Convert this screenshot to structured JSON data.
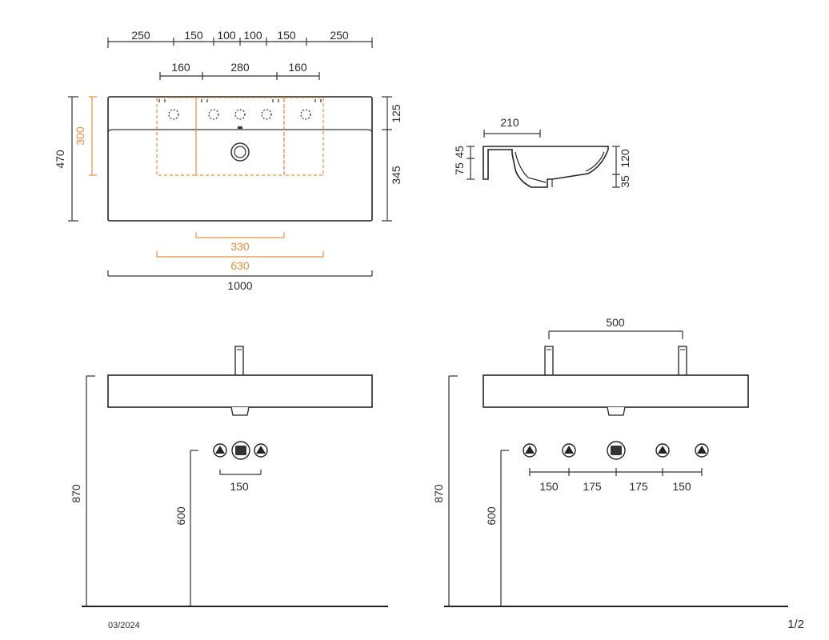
{
  "top_view": {
    "top_dims": [
      "250",
      "150",
      "100",
      "100",
      "150",
      "250"
    ],
    "second_dims": [
      "160",
      "280",
      "160"
    ],
    "left_total": "470",
    "left_orange": "300",
    "right_upper": "125",
    "right_lower": "345",
    "bottom_orange_1": "330",
    "bottom_orange_2": "630",
    "bottom_total": "1000"
  },
  "section_view": {
    "top": "210",
    "left_a": "75",
    "left_b": "45",
    "right_a": "35",
    "right_b": "120"
  },
  "front_left": {
    "height_total": "870",
    "height_outlet": "600",
    "spacing": "150"
  },
  "front_right": {
    "tap_spacing": "500",
    "height_total": "870",
    "height_outlet": "600",
    "spacings": [
      "150",
      "175",
      "175",
      "150"
    ]
  },
  "footer": {
    "date": "03/2024",
    "page": "1/2"
  },
  "colors": {
    "line": "#333333",
    "accent": "#e39042"
  }
}
